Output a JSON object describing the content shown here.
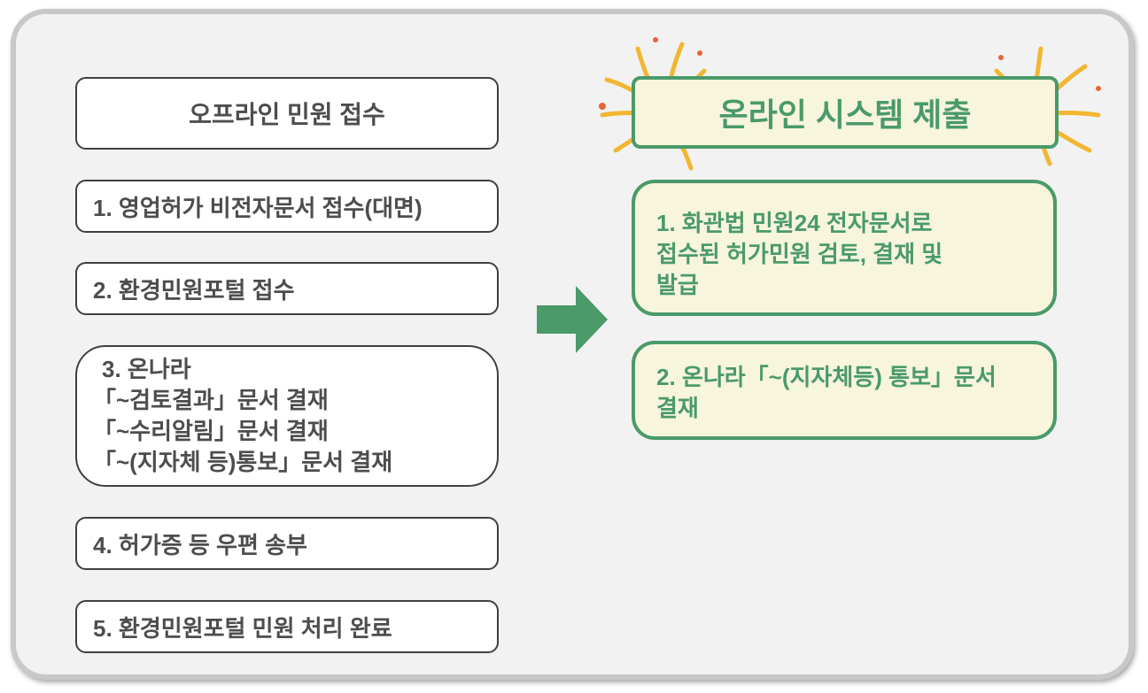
{
  "offline": {
    "title": "오프라인 민원 접수",
    "steps": [
      {
        "lines": [
          "1. 영업허가 비전자문서 접수(대면)"
        ]
      },
      {
        "lines": [
          "2. 환경민원포털 접수"
        ]
      },
      {
        "lines": [
          "3. 온나라",
          "「~검토결과」문서 결재",
          "「~수리알림」문서 결재",
          "「~(지자체 등)통보」문서 결재"
        ]
      },
      {
        "lines": [
          "4. 허가증 등 우편 송부"
        ]
      },
      {
        "lines": [
          "5. 환경민원포털 민원 처리 완료"
        ]
      }
    ]
  },
  "online": {
    "title": "온라인 시스템 제출",
    "steps": [
      {
        "lines": [
          "1. 화관법 민원24 전자문서로",
          "접수된 허가민원 검토, 결재 및",
          "발급"
        ]
      },
      {
        "lines": [
          "2. 온나라「~(지자체등) 통보」문서",
          "결재"
        ]
      }
    ]
  },
  "colors": {
    "green": "#4a9a6a",
    "cream": "#f7f5dc",
    "text": "#4d4d4d"
  }
}
